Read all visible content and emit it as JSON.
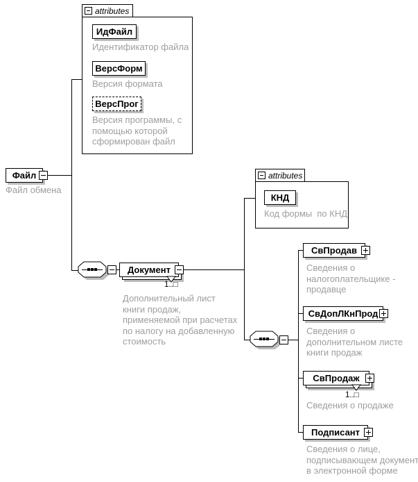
{
  "root": {
    "label": "Файл",
    "desc": "Файл обмена"
  },
  "attributes_file": {
    "title": "attributes",
    "attrs": [
      {
        "label": "ИдФайл",
        "desc": "Идентификатор файла"
      },
      {
        "label": "ВерсФорм",
        "desc": "Версия формата"
      },
      {
        "label": "ВерсПрог",
        "desc": "Версия программы, с\nпомощью которой\nсформирован файл"
      }
    ]
  },
  "document": {
    "label": "Документ",
    "cardinality": "1..□",
    "desc": "Дополнительный лист\nкниги продаж,\nприменяемой при расчетах\nпо налогу на добавленную\nстоимость"
  },
  "attributes_document": {
    "title": "attributes",
    "attrs": [
      {
        "label": "КНД",
        "desc": "Код формы  по КНД"
      }
    ]
  },
  "children": [
    {
      "label": "СвПродав",
      "desc": "Сведения о\nналогоплательщике -\nпродавце"
    },
    {
      "label": "СвДопЛКнПрод",
      "desc": "Сведения о\nдополнительном листе\nкниги продаж"
    },
    {
      "label": "СвПродаж",
      "cardinality": "1..□",
      "desc": "Сведения о продаже"
    },
    {
      "label": "Подписант",
      "desc": "Сведения о лице,\nподписывающем документ\nв электронной форме"
    }
  ]
}
